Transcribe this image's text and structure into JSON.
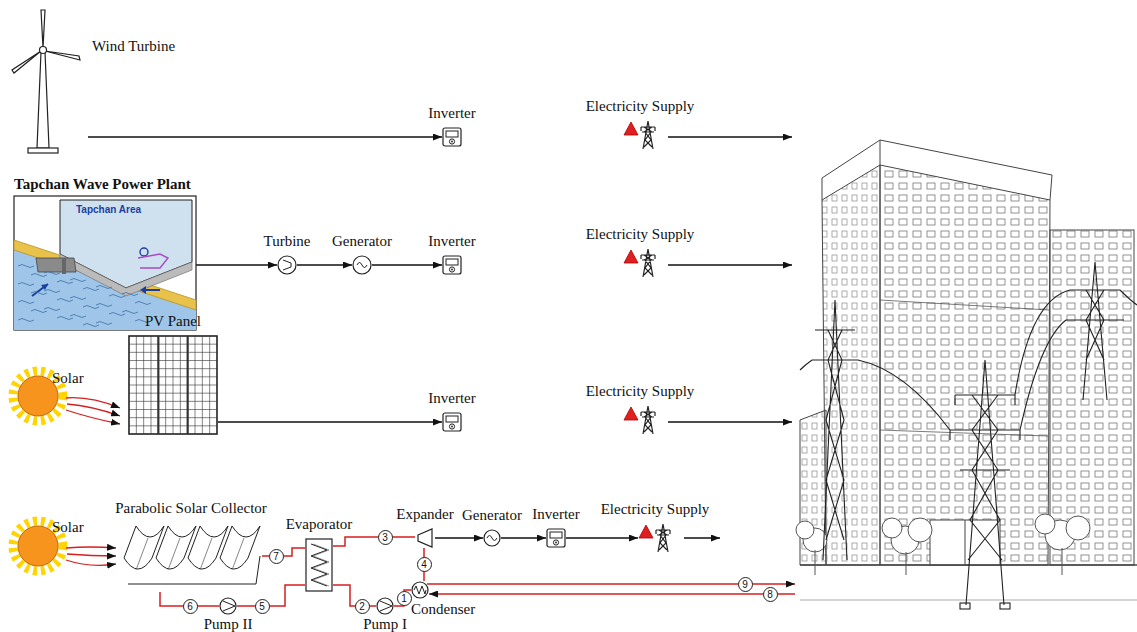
{
  "diagram": {
    "nodes": [
      {
        "text": [
          "Wind Turbine"
        ]
      },
      {
        "text": [
          "Inverter"
        ]
      },
      {
        "text": [
          "Electricity Supply"
        ]
      },
      {
        "text": [
          "Tapchan Wave Power Plant",
          "Tapchan Area"
        ]
      },
      {
        "text": [
          "Turbine"
        ]
      },
      {
        "text": [
          "Generator"
        ]
      },
      {
        "text": [
          "Inverter"
        ]
      },
      {
        "text": [
          "Electricity Supply"
        ]
      },
      {
        "text": [
          "PV Panel"
        ]
      },
      {
        "text": [
          "Inverter"
        ]
      },
      {
        "text": [
          "Electricity Supply"
        ]
      },
      {
        "text": [
          "Parabolic Solar Collector"
        ]
      },
      {
        "text": [
          "Evaporator"
        ]
      },
      {
        "text": [
          "Expander"
        ]
      },
      {
        "text": [
          "Generator"
        ]
      },
      {
        "text": [
          "Inverter"
        ]
      },
      {
        "text": [
          "Electricity Supply"
        ]
      },
      {
        "text": [
          "Condenser"
        ]
      },
      {
        "text": [
          "Pump I"
        ]
      },
      {
        "text": [
          "Pump II"
        ]
      }
    ],
    "edges": [
      {
        "from": 0,
        "to": 1,
        "arrow": "to"
      },
      {
        "from": 3,
        "to": 4,
        "arrow": "to"
      },
      {
        "from": 4,
        "to": 5,
        "arrow": "to"
      },
      {
        "from": 5,
        "to": 6,
        "arrow": "to"
      },
      {
        "from": 8,
        "to": 9,
        "arrow": "to"
      },
      {
        "from": 13,
        "to": 14,
        "arrow": "to"
      },
      {
        "from": 14,
        "to": 15,
        "arrow": "to"
      },
      {
        "from": 15,
        "to": 16,
        "arrow": "to"
      },
      {
        "from": 11,
        "to": 12,
        "arrow": "none"
      },
      {
        "from": 12,
        "to": 13,
        "arrow": "none"
      },
      {
        "from": 13,
        "to": 17,
        "arrow": "none"
      },
      {
        "from": 17,
        "to": 18,
        "arrow": "none"
      },
      {
        "from": 18,
        "to": 12,
        "arrow": "none"
      },
      {
        "from": 12,
        "to": 19,
        "arrow": "none"
      },
      {
        "from": 19,
        "to": 11,
        "arrow": "none"
      }
    ],
    "labels": [
      "Solar",
      "Solar",
      "1",
      "2",
      "3",
      "4",
      "5",
      "6",
      "7",
      "8",
      "9"
    ]
  }
}
